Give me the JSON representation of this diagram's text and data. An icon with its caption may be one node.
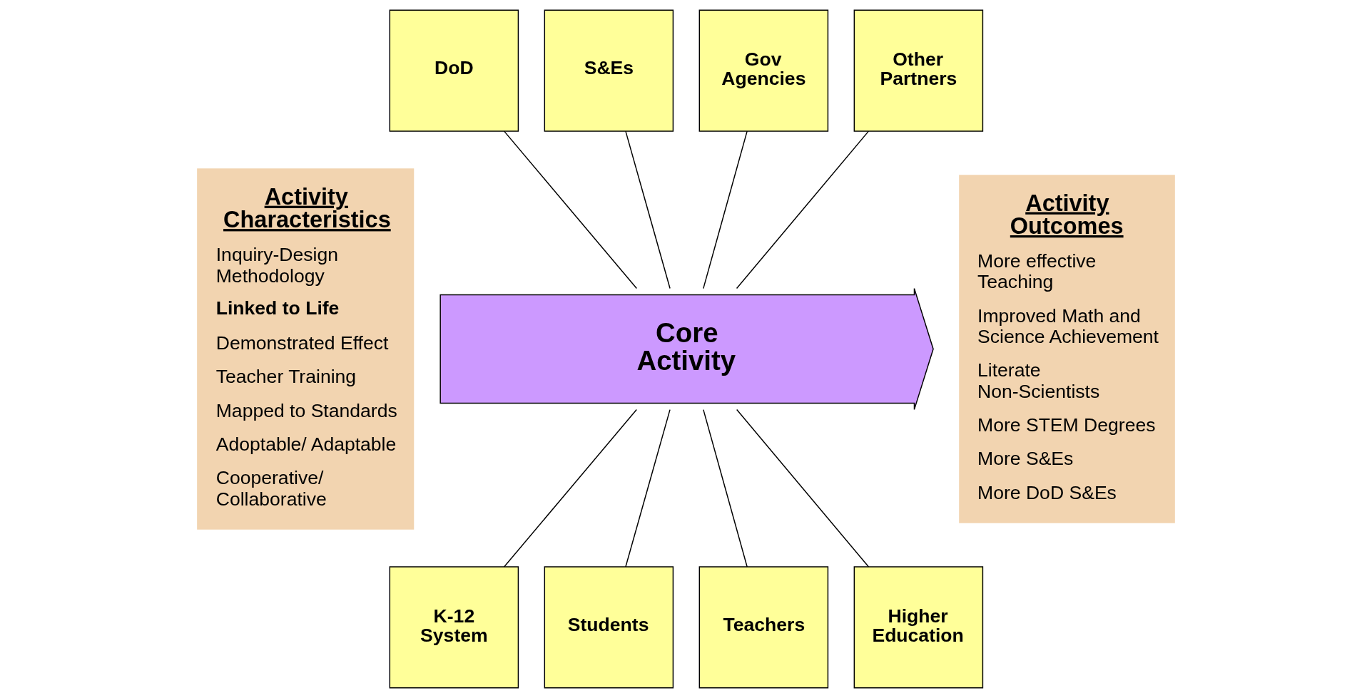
{
  "diagram": {
    "nodes": [
      {
        "text": [
          "Activity Characteristics",
          "Inquiry-Design Methodology",
          "Linked to Life",
          "Demonstrated Effect",
          "Teacher Training",
          "Mapped to Standards",
          "Adoptable/ Adaptable",
          "Cooperative/ Collaborative"
        ]
      },
      {
        "text": [
          "DoD"
        ]
      },
      {
        "text": [
          "S&Es"
        ]
      },
      {
        "text": [
          "Gov Agencies"
        ]
      },
      {
        "text": [
          "Other Partners"
        ]
      },
      {
        "text": [
          "Core Activity"
        ]
      },
      {
        "text": [
          "K-12 System"
        ]
      },
      {
        "text": [
          "Students"
        ]
      },
      {
        "text": [
          "Teachers"
        ]
      },
      {
        "text": [
          "Higher Education"
        ]
      },
      {
        "text": [
          "Activity Outcomes",
          "More effective Teaching",
          "Improved Math and Science Achievement",
          "Literate Non-Scientists",
          "More STEM Degrees",
          "More S&Es",
          "More DoD S&Es"
        ]
      }
    ],
    "edges": [
      {
        "from": 1,
        "to": 5,
        "arrow": "none"
      },
      {
        "from": 2,
        "to": 5,
        "arrow": "none"
      },
      {
        "from": 3,
        "to": 5,
        "arrow": "none"
      },
      {
        "from": 4,
        "to": 5,
        "arrow": "none"
      },
      {
        "from": 5,
        "to": 6,
        "arrow": "none"
      },
      {
        "from": 5,
        "to": 7,
        "arrow": "none"
      },
      {
        "from": 5,
        "to": 8,
        "arrow": "none"
      },
      {
        "from": 5,
        "to": 9,
        "arrow": "none"
      }
    ]
  }
}
